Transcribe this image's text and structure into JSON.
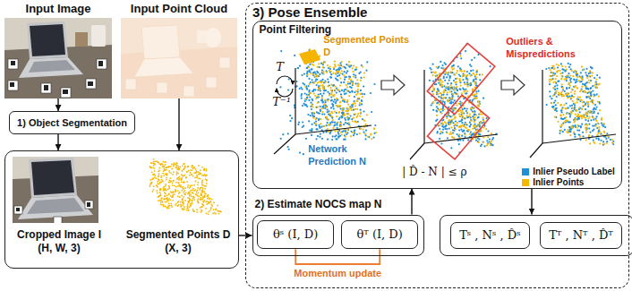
{
  "diagram": {
    "nodes": [
      {
        "text": [
          "Input Image"
        ]
      },
      {
        "text": [
          "Input Point Cloud"
        ]
      },
      {
        "text": [
          "1) Object Segmentation"
        ]
      },
      {
        "text": [
          "Cropped Image I (H, W, 3)",
          "Segmented Points D (X, 3)"
        ]
      },
      {
        "text": [
          "3) Pose Ensemble"
        ]
      },
      {
        "text": [
          "Point Filtering"
        ],
        "in": 4
      },
      {
        "text": [
          "2) Estimate NOCS map N"
        ],
        "in": 4
      },
      {
        "text": [
          "θˢ (I, D)"
        ],
        "in": 6
      },
      {
        "text": [
          "θᵀ (I, D)"
        ],
        "in": 6
      },
      {
        "text": [
          "Tˢ , Nˢ , D̂ˢ",
          "Tᵀ , Nᵀ , D̂ᵀ"
        ],
        "in": 4
      }
    ],
    "edges": [
      {
        "from": 0,
        "to": 2,
        "arrow": "to"
      },
      {
        "from": 1,
        "to": 3,
        "arrow": "to"
      },
      {
        "from": 2,
        "to": 3,
        "arrow": "to"
      },
      {
        "from": 3,
        "to": 6,
        "arrow": "to"
      },
      {
        "from": 6,
        "to": 5,
        "arrow": "to"
      },
      {
        "from": 5,
        "to": 9,
        "arrow": "to"
      },
      {
        "from": 7,
        "to": 8,
        "label": "Momentum update",
        "arrow": "none"
      }
    ],
    "labels": [
      "T",
      "T⁻¹",
      "Segmented Points D",
      "Network Prediction N",
      "Outliers & Mispredictions",
      "| D̂ - N | ≤ ρ"
    ],
    "legend": [
      {
        "text": "Inlier Pseudo Label",
        "color": "#1f8fd8"
      },
      {
        "text": "Inlier Points",
        "color": "#f6b800"
      }
    ]
  }
}
